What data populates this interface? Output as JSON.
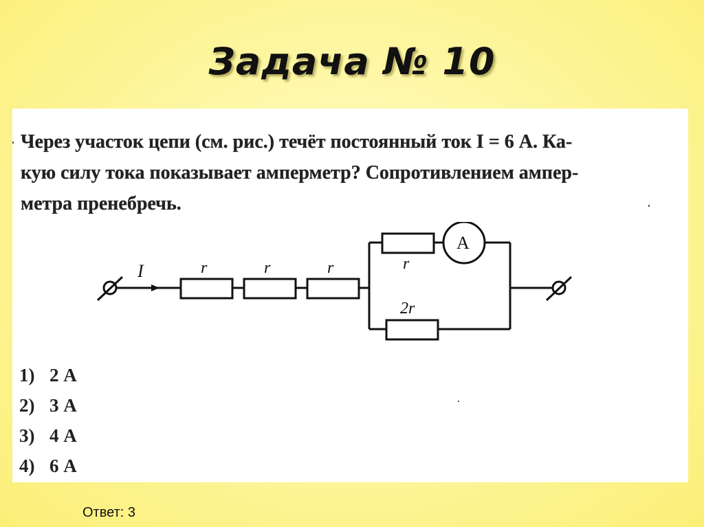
{
  "title": "Задача № 10",
  "problem": {
    "lines": [
      "Через участок цепи (см. рис.) течёт постоянный ток I = 6 А. Ка-",
      "кую силу тока показывает амперметр? Сопротивлением ампер-",
      "метра пренебречь."
    ]
  },
  "circuit": {
    "current_label": "I",
    "resistor_labels": [
      "r",
      "r",
      "r"
    ],
    "upper_branch_label": "r",
    "ammeter_label": "A",
    "lower_branch_label": "2r"
  },
  "options": [
    {
      "num": "1)",
      "text": "2 А"
    },
    {
      "num": "2)",
      "text": "3 А"
    },
    {
      "num": "3)",
      "text": "4 А"
    },
    {
      "num": "4)",
      "text": "6 А"
    }
  ],
  "answer": "Ответ: 3"
}
